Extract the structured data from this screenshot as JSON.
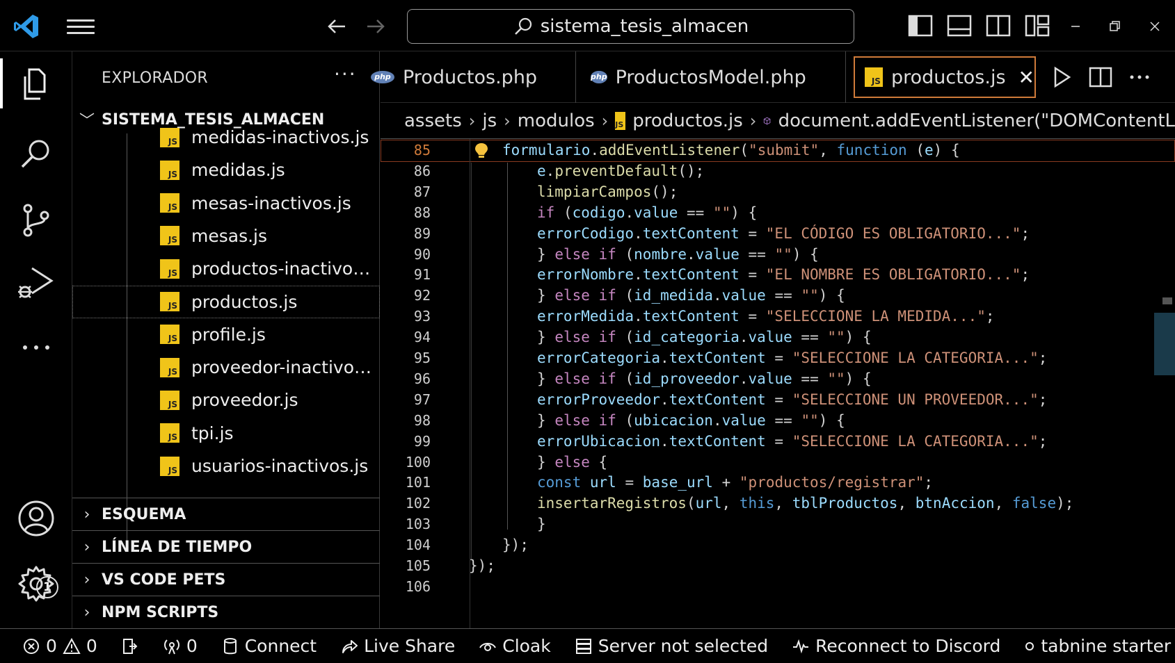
{
  "titlebar": {
    "search_text": "sistema_tesis_almacen"
  },
  "explorer": {
    "header": "EXPLORADOR",
    "more": "···",
    "folder": "SISTEMA_TESIS_ALMACEN",
    "files": [
      {
        "name": "medidas-inactivos.js",
        "icon": "JS"
      },
      {
        "name": "medidas.js",
        "icon": "JS"
      },
      {
        "name": "mesas-inactivos.js",
        "icon": "JS"
      },
      {
        "name": "mesas.js",
        "icon": "JS"
      },
      {
        "name": "productos-inactivos.js",
        "icon": "JS"
      },
      {
        "name": "productos.js",
        "icon": "JS",
        "selected": true
      },
      {
        "name": "profile.js",
        "icon": "JS"
      },
      {
        "name": "proveedor-inactivos...",
        "icon": "JS"
      },
      {
        "name": "proveedor.js",
        "icon": "JS"
      },
      {
        "name": "tpi.js",
        "icon": "JS"
      },
      {
        "name": "usuarios-inactivos.js",
        "icon": "JS"
      }
    ],
    "sections": [
      "ESQUEMA",
      "LÍNEA DE TIEMPO",
      "VS CODE PETS",
      "NPM SCRIPTS"
    ]
  },
  "activity": {
    "accounts_badge": "1"
  },
  "tabs": [
    {
      "label": "Productos.php",
      "icon": "php"
    },
    {
      "label": "ProductosModel.php",
      "icon": "php"
    },
    {
      "label": "productos.js",
      "icon": "JS",
      "active": true,
      "close": "✕"
    }
  ],
  "breadcrumb": {
    "items": [
      "assets",
      "js",
      "modulos",
      "productos.js",
      "document.addEventListener(\"DOMContentL"
    ],
    "js_icon": "JS"
  },
  "editor": {
    "current_line": 85,
    "line_numbers": [
      "85",
      "86",
      "87",
      "88",
      "89",
      "90",
      "91",
      "92",
      "93",
      "94",
      "95",
      "96",
      "97",
      "98",
      "99",
      "100",
      "101",
      "102",
      "103",
      "104",
      "105",
      "106"
    ],
    "lines": [
      "formulario.addEventListener(\"submit\", function (e) {",
      "e.preventDefault();",
      "limpiarCampos();",
      "if (codigo.value == \"\") {",
      "errorCodigo.textContent = \"EL CÓDIGO ES OBLIGATORIO...\";",
      "} else if (nombre.value == \"\") {",
      "errorNombre.textContent = \"EL NOMBRE ES OBLIGATORIO...\";",
      "} else if (id_medida.value == \"\") {",
      "errorMedida.textContent = \"SELECCIONE LA MEDIDA...\";",
      "} else if (id_categoria.value == \"\") {",
      "errorCategoria.textContent = \"SELECCIONE LA CATEGORIA...\";",
      "} else if (id_proveedor.value == \"\") {",
      "errorProveedor.textContent = \"SELECCIONE UN PROVEEDOR...\";",
      "} else if (ubicacion.value == \"\") {",
      "errorUbicacion.textContent = \"SELECCIONE LA CATEGORIA...\";",
      "} else {",
      "const url = base_url + \"productos/registrar\";",
      "insertarRegistros(url, this, tblProductos, btnAccion, false);",
      "}",
      "});",
      "});",
      ""
    ]
  },
  "statusbar": {
    "errors": "0",
    "warnings": "0",
    "ports": "0",
    "connect": "Connect",
    "live_share": "Live Share",
    "cloak": "Cloak",
    "server": "Server not selected",
    "discord": "Reconnect to Discord",
    "tabnine": "tabnine starter"
  }
}
